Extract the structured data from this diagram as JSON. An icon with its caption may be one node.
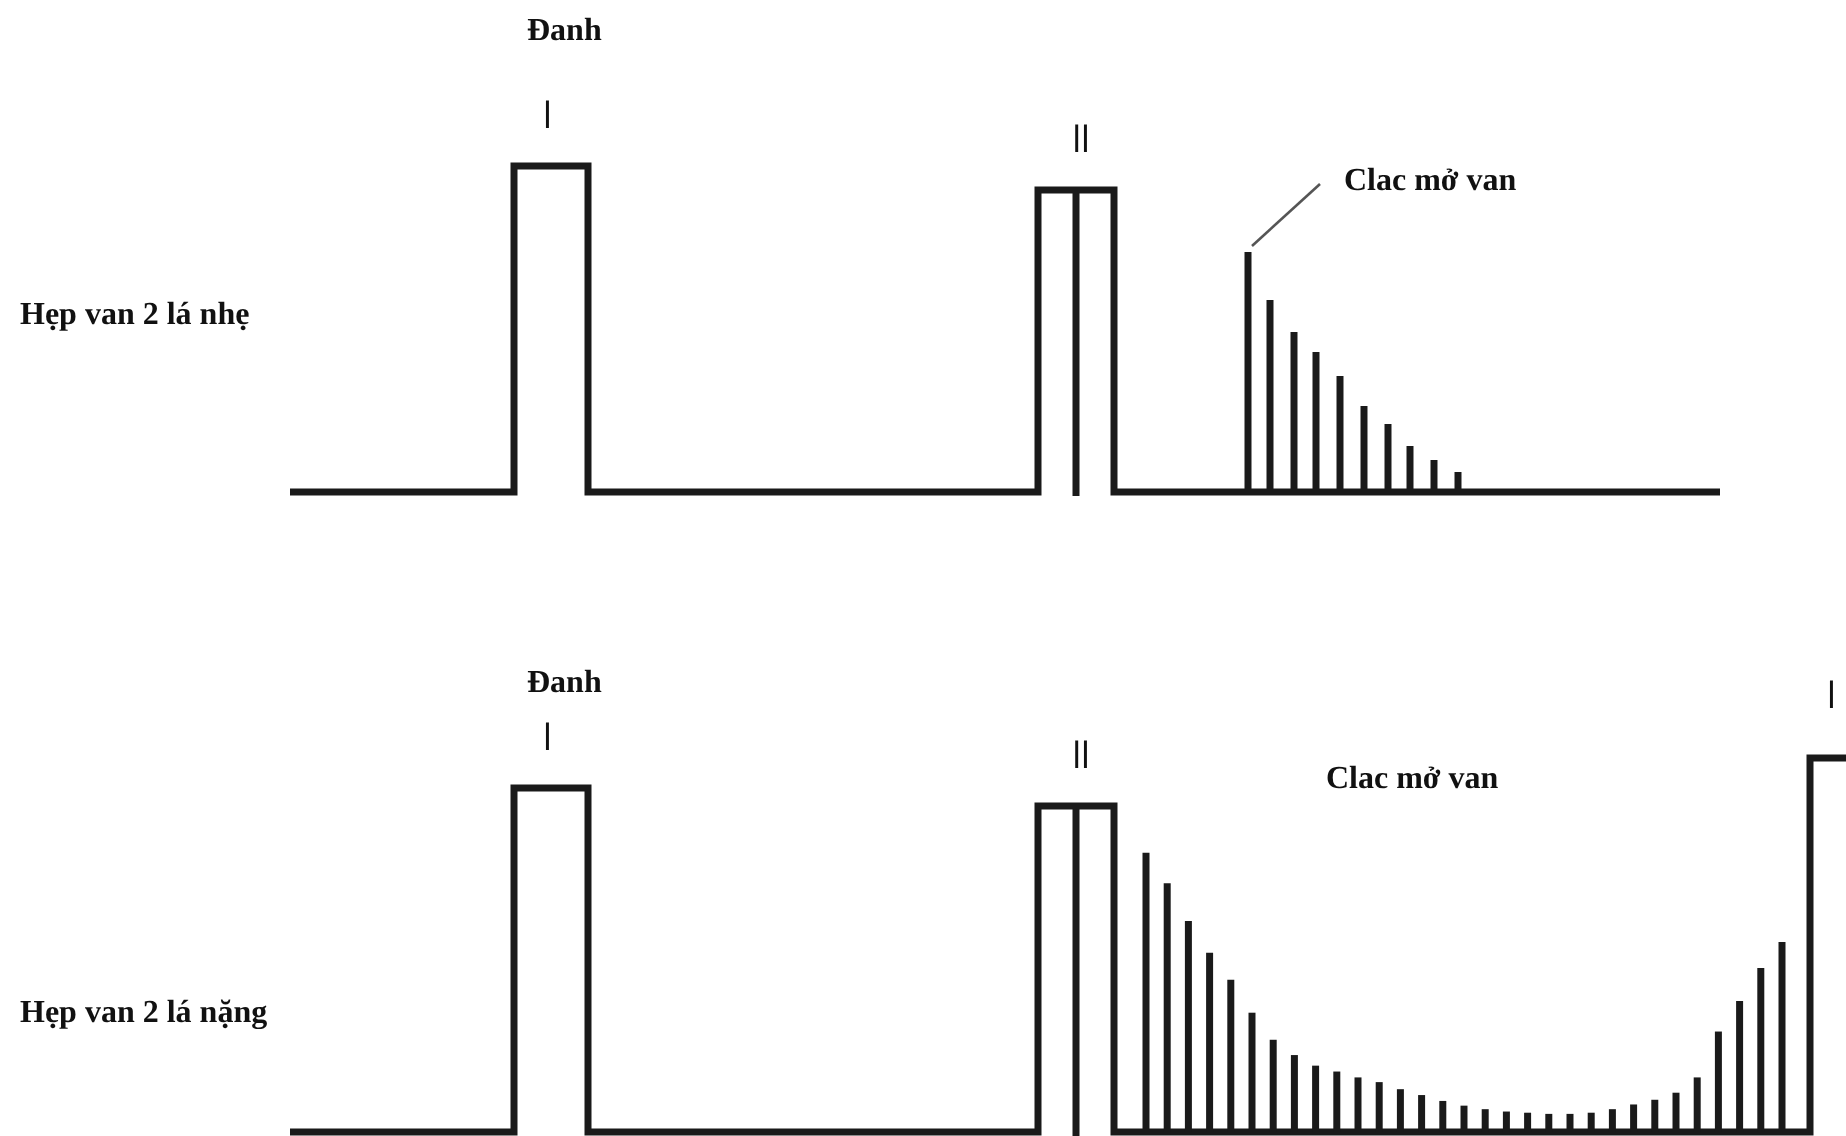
{
  "diagram": {
    "nodes": [
      {
        "text": [
          "Clac mở van"
        ]
      },
      {
        "text": [],
        "shape": "bar"
      }
    ],
    "edges": [
      {
        "from": 0,
        "to": 1,
        "arrow": "none"
      }
    ],
    "labels": [
      "Đanh",
      "I",
      "II",
      "Hẹp van 2 lá nhẹ",
      "Đanh",
      "I",
      "I",
      "II",
      "Clac mở van",
      "Hẹp van 2 lá nặng"
    ]
  }
}
